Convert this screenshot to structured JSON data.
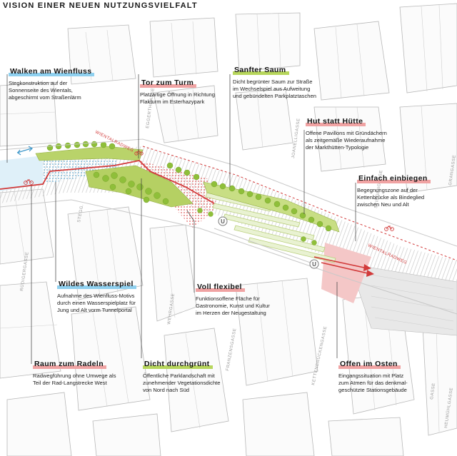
{
  "title": "VISION EINER NEUEN NUTZUNGSVIELFALT",
  "annotations": [
    {
      "id": "walken",
      "heading": "Walken am Wienfluss",
      "accent": "blue",
      "text": "Stegkonstruktion auf der\nSonnenseite des Wientals,\nabgeschirmt vom Straßenlärm"
    },
    {
      "id": "tor",
      "heading": "Tor zum Turm",
      "accent": "red",
      "text": "Platzartige Öffnung in Richtung\nFlakturm im Esterhazypark"
    },
    {
      "id": "saum",
      "heading": "Sanfter Saum",
      "accent": "green",
      "text": "Dicht begrünter Saum zur Straße\nim Wechselspiel aus Aufweitung\nund gebündelten Parkplatztaschen"
    },
    {
      "id": "hut",
      "heading": "Hut statt Hütte",
      "accent": "red",
      "text": "Offene Pavillons mit Gründächern\nals zeitgemäße Wiederaufnahme\nder Markthütten-Typologie"
    },
    {
      "id": "einfach",
      "heading": "Einfach einbiegen",
      "accent": "red",
      "text": "Begegnungszone auf der\nKettenbrücke als Bindeglied\nzwischen Neu und Alt"
    },
    {
      "id": "wasser",
      "heading": "Wildes Wasserspiel",
      "accent": "blue",
      "text": "Aufnahme des Wienfluss-Motivs\ndurch einen Wasserspielplatz für\nJung und Alt vorm Tunnelportal"
    },
    {
      "id": "flexibel",
      "heading": "Voll flexibel",
      "accent": "red",
      "text": "Funktionsoffene Fläche für\nGastronomie, Kunst und Kultur\nim Herzen der Neugestaltung"
    },
    {
      "id": "radeln",
      "heading": "Raum zum Radeln",
      "accent": "red",
      "text": "Radwegführung ohne Umwege als\nTeil der Rad-Langstrecke West"
    },
    {
      "id": "durchgruent",
      "heading": "Dicht durchgrünt",
      "accent": "green",
      "text": "Öffentliche Parklandschaft mit\nzunehmender Vegetationsdichte\nvon Nord nach Süd"
    },
    {
      "id": "osten",
      "heading": "Offen im Osten",
      "accent": "red",
      "text": "Eingangssituation mit Platz\nzum Atmen für das denkmal-\ngeschützte Stationsgebäude"
    }
  ],
  "streets": {
    "wientalradweg_1": "WIENTALRADWEG",
    "wientalradweg_2": "WIENTALRADWEG",
    "eggerthgasse": "EGGERTHGASSE",
    "joanelligasse": "JOANELLIGASSE",
    "steggasse": "STEGG.",
    "rudigergasse": "RÜDIGERGASSE",
    "wehrgasse": "WEHRGASSE",
    "franzensgasse": "FRANZENSGASSE",
    "kettenbrueckengasse": "KETTENBRÜCKENGASSE",
    "stiegengasse": "STIEGENGASSE",
    "grangasse": "GRANGASSE",
    "heumuehlgasse": "HEUMÜHLGASSE",
    "gasse_right": "GASSE"
  },
  "ubahn_symbol": "U",
  "colors": {
    "accent_blue": "#8fd0ef",
    "accent_green": "#b7d65c",
    "accent_red": "#f0a3a3",
    "bike_red": "#d23a3a",
    "building_line": "#b5b5b5",
    "tree_green": "#8fbf3a"
  }
}
